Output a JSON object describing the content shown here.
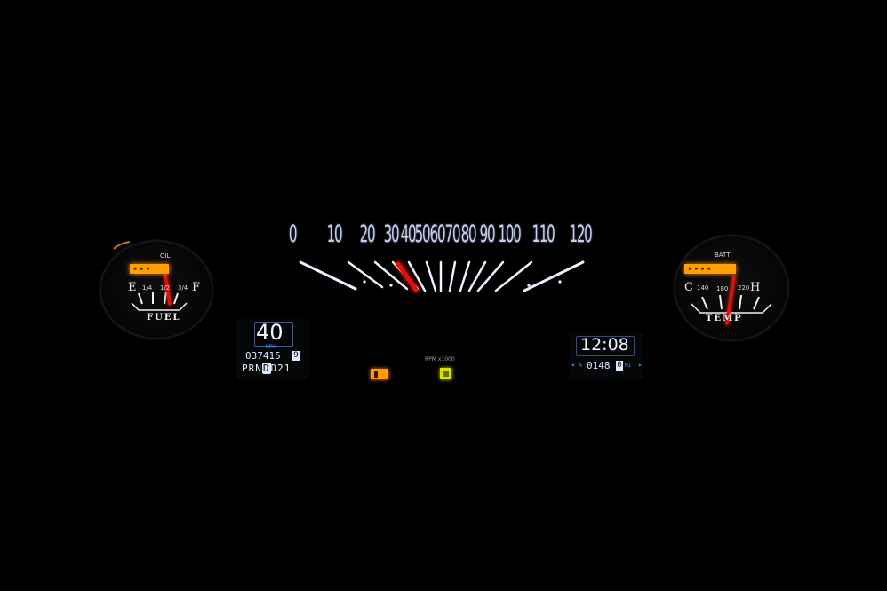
{
  "speedometer": {
    "labels": [
      "0",
      "10",
      "20",
      "30",
      "40",
      "50",
      "60",
      "70",
      "80",
      "90",
      "100",
      "110",
      "120"
    ],
    "needle_value_mph": 40
  },
  "fuel_gauge": {
    "oil_label": "OIL",
    "empty_label": "E",
    "quarter_label": "1/4",
    "half_label": "1/2",
    "three_quarter_label": "3/4",
    "full_label": "F",
    "title": "FUEL"
  },
  "temp_gauge": {
    "batt_label": "BATT",
    "cold_label": "C",
    "hot_label": "H",
    "scale": [
      "140",
      "180",
      "220"
    ],
    "title": "TEMP"
  },
  "left_lcd": {
    "speed": "40",
    "unit": "MPH",
    "odometer": "037415",
    "odometer_tenth": "9",
    "gears": [
      "P",
      "R",
      "N",
      "D",
      "D",
      "2",
      "1"
    ],
    "selected_gear": "D"
  },
  "center": {
    "rpm_label": "RPM x1000"
  },
  "right_lcd": {
    "clock": "12:08",
    "trip_label": "A",
    "trip": "0148",
    "trip_tenth": "0",
    "trip_unit": "MI"
  },
  "colors": {
    "background": "#000000",
    "scale_white": "#c9cfe8",
    "needle_red": "#e01010",
    "amber": "#ffa000",
    "lcd_blue": "#1e8fff",
    "indicator_yellow": "#d7e000"
  },
  "icons": [
    "turn-signal-left-icon",
    "turn-signal-right-icon",
    "high-beam-icon",
    "check-engine-icon"
  ]
}
